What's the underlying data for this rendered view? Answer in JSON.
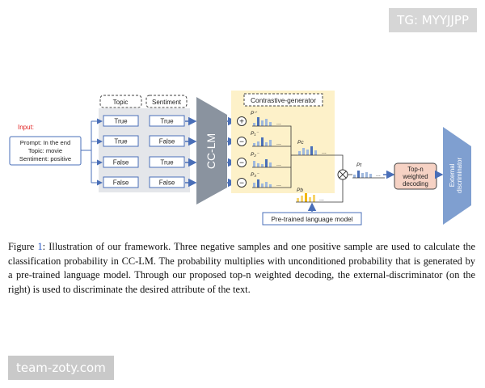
{
  "watermark_top": "TG: MYYJJPP",
  "watermark_bottom": "team-zoty.com",
  "diagram": {
    "input_label": "Input:",
    "input_lines": [
      "Prompt: In the end",
      "Topic: movie",
      "Sentiment: positive"
    ],
    "col_headers": [
      "Topic",
      "Sentiment"
    ],
    "rows": [
      [
        "True",
        "True"
      ],
      [
        "True",
        "False"
      ],
      [
        "False",
        "True"
      ],
      [
        "False",
        "False"
      ]
    ],
    "model_label": "CC-LM",
    "generator_label": "Contrastive-generator",
    "signs": [
      "+",
      "−",
      "−",
      "−"
    ],
    "prob_labels": [
      "P⁺",
      "P₁⁻",
      "P₂⁻",
      "P₃⁻"
    ],
    "pc_label": "Pc",
    "pb_label": "Pb",
    "pt_label": "Pt",
    "plm_label": "Pre-trained language model",
    "decoding_lines": [
      "Top-n",
      "weighted",
      "decoding"
    ],
    "disc_lines": [
      "External",
      "discriminator"
    ],
    "ellipsis": "..."
  },
  "caption": {
    "figure_label": "Figure 1:",
    "figure_number": "1",
    "text": "Illustration of our framework. Three negative samples and one positive sample are used to calculate the classification probability in CC-LM. The probability multiplies with unconditioned probability that is generated by a pre-trained language model. Through our proposed top-n weighted decoding, the external-discriminator (on the right) is used to discriminate the desired attribute of the text."
  },
  "colors": {
    "blue": "#4a6fb8",
    "light_blue_bar": "#9fb8dd",
    "gold": "#f2b705",
    "gray_panel": "#e4e6ea",
    "yellow_panel": "#fdf1c9",
    "model_gray": "#8a939f",
    "disc_blue": "#7f9fd0",
    "decoding_fill": "#f6d2c4",
    "red_input": "#e02020"
  }
}
